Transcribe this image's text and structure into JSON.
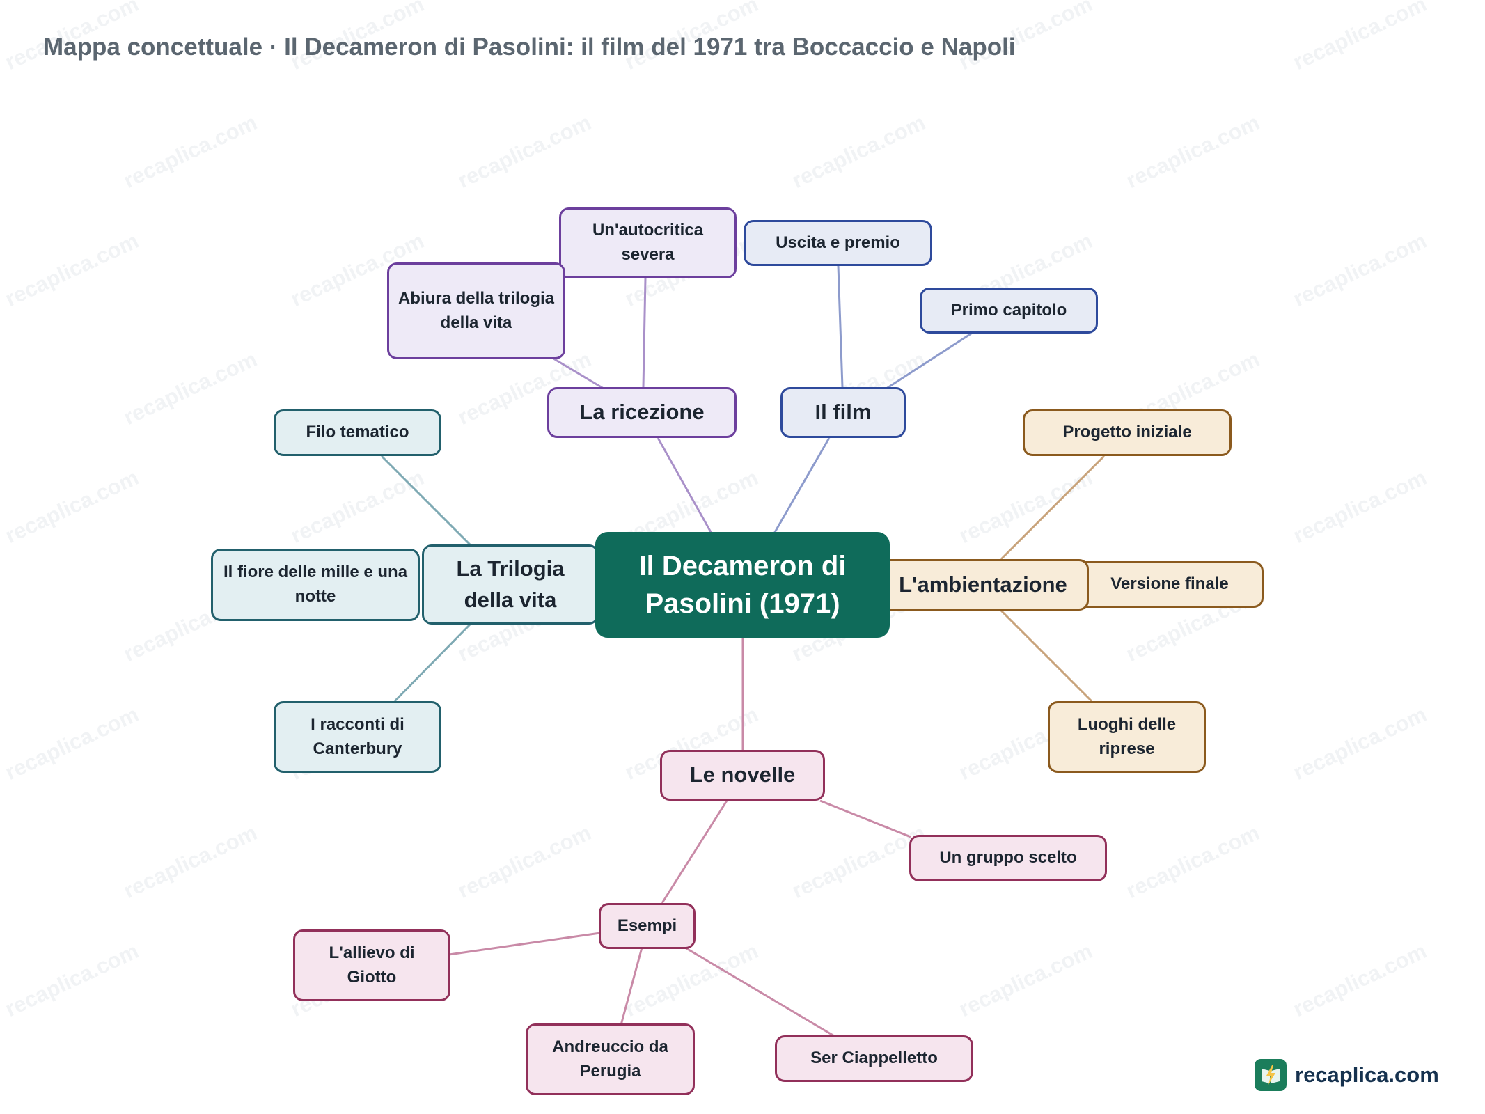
{
  "page": {
    "title": "Mappa concettuale · Il Decameron di Pasolini: il film del 1971 tra Boccaccio e Napoli",
    "watermark": "recaplica.com"
  },
  "colors": {
    "root": "#0f6b5a",
    "purple": "#6c3f9d",
    "blue": "#2e4a9c",
    "teal": "#22606c",
    "orange": "#8b5a1e",
    "pink": "#92305a"
  },
  "map": {
    "root": "Il Decameron di Pasolini (1971)",
    "branches": {
      "ricezione": {
        "label": "La ricezione",
        "children": [
          "Un'autocritica severa",
          "Abiura della trilogia della vita"
        ]
      },
      "film": {
        "label": "Il film",
        "children": [
          "Uscita e premio",
          "Primo capitolo"
        ]
      },
      "trilogia": {
        "label": "La Trilogia della vita",
        "children": [
          "Filo tematico",
          "Il fiore delle mille e una notte",
          "I racconti di Canterbury"
        ]
      },
      "ambientazione": {
        "label": "L'ambientazione",
        "children": [
          "Progetto iniziale",
          "Versione finale",
          "Luoghi delle riprese"
        ]
      },
      "novelle": {
        "label": "Le novelle",
        "children": [
          "Un gruppo scelto",
          "Esempi"
        ],
        "esempi": [
          "L'allievo di Giotto",
          "Andreuccio da Perugia",
          "Ser Ciappelletto"
        ]
      }
    }
  },
  "brand": {
    "name": "recaplica.com",
    "icon": "book-lightning-icon"
  }
}
